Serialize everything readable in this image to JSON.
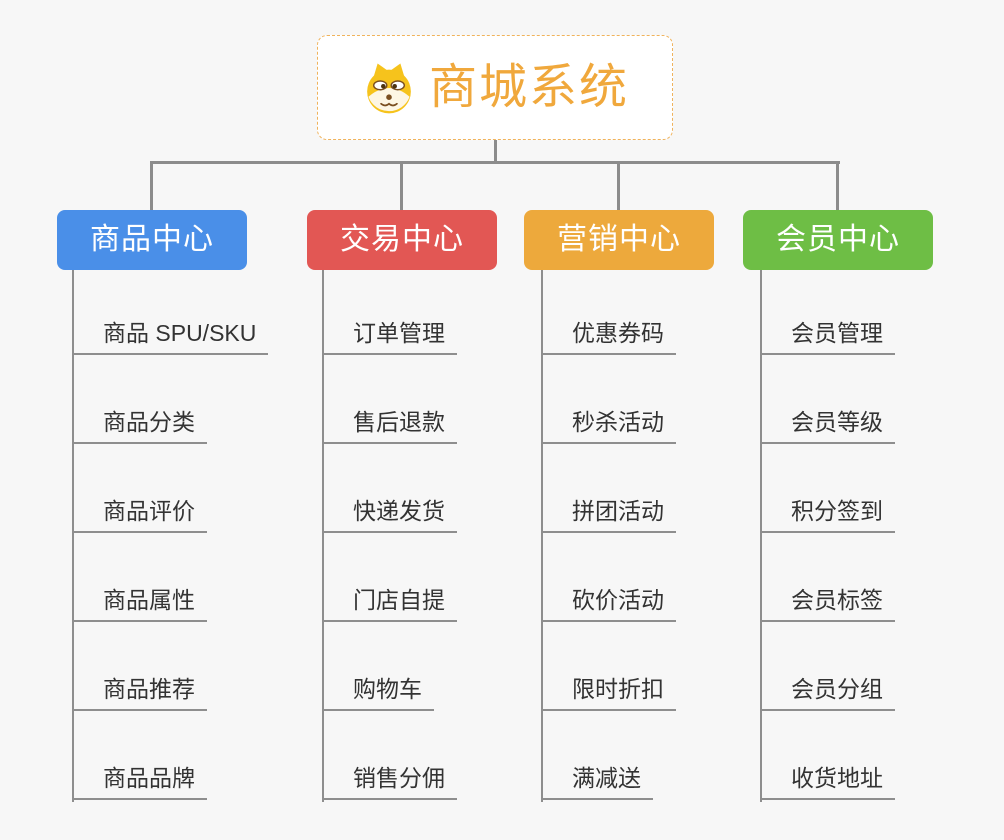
{
  "root": {
    "title": "商城系统",
    "icon": "dog-face-icon",
    "title_color": "#F0A83C",
    "border_color": "#F0B35C",
    "background": "#FFFFFF"
  },
  "connector_color": "#8C8C8C",
  "leaf_line_color": "#8E8E8E",
  "leaf_text_color": "#333333",
  "page_background": "#F7F7F7",
  "branches": [
    {
      "label": "商品中心",
      "color": "#4A8FE8",
      "items": [
        "商品 SPU/SKU",
        "商品分类",
        "商品评价",
        "商品属性",
        "商品推荐",
        "商品品牌"
      ]
    },
    {
      "label": "交易中心",
      "color": "#E25754",
      "items": [
        "订单管理",
        "售后退款",
        "快递发货",
        "门店自提",
        "购物车",
        "销售分佣"
      ]
    },
    {
      "label": "营销中心",
      "color": "#EDA93C",
      "items": [
        "优惠券码",
        "秒杀活动",
        "拼团活动",
        "砍价活动",
        "限时折扣",
        "满减送"
      ]
    },
    {
      "label": "会员中心",
      "color": "#6EBE45",
      "items": [
        "会员管理",
        "会员等级",
        "积分签到",
        "会员标签",
        "会员分组",
        "收货地址"
      ]
    }
  ]
}
